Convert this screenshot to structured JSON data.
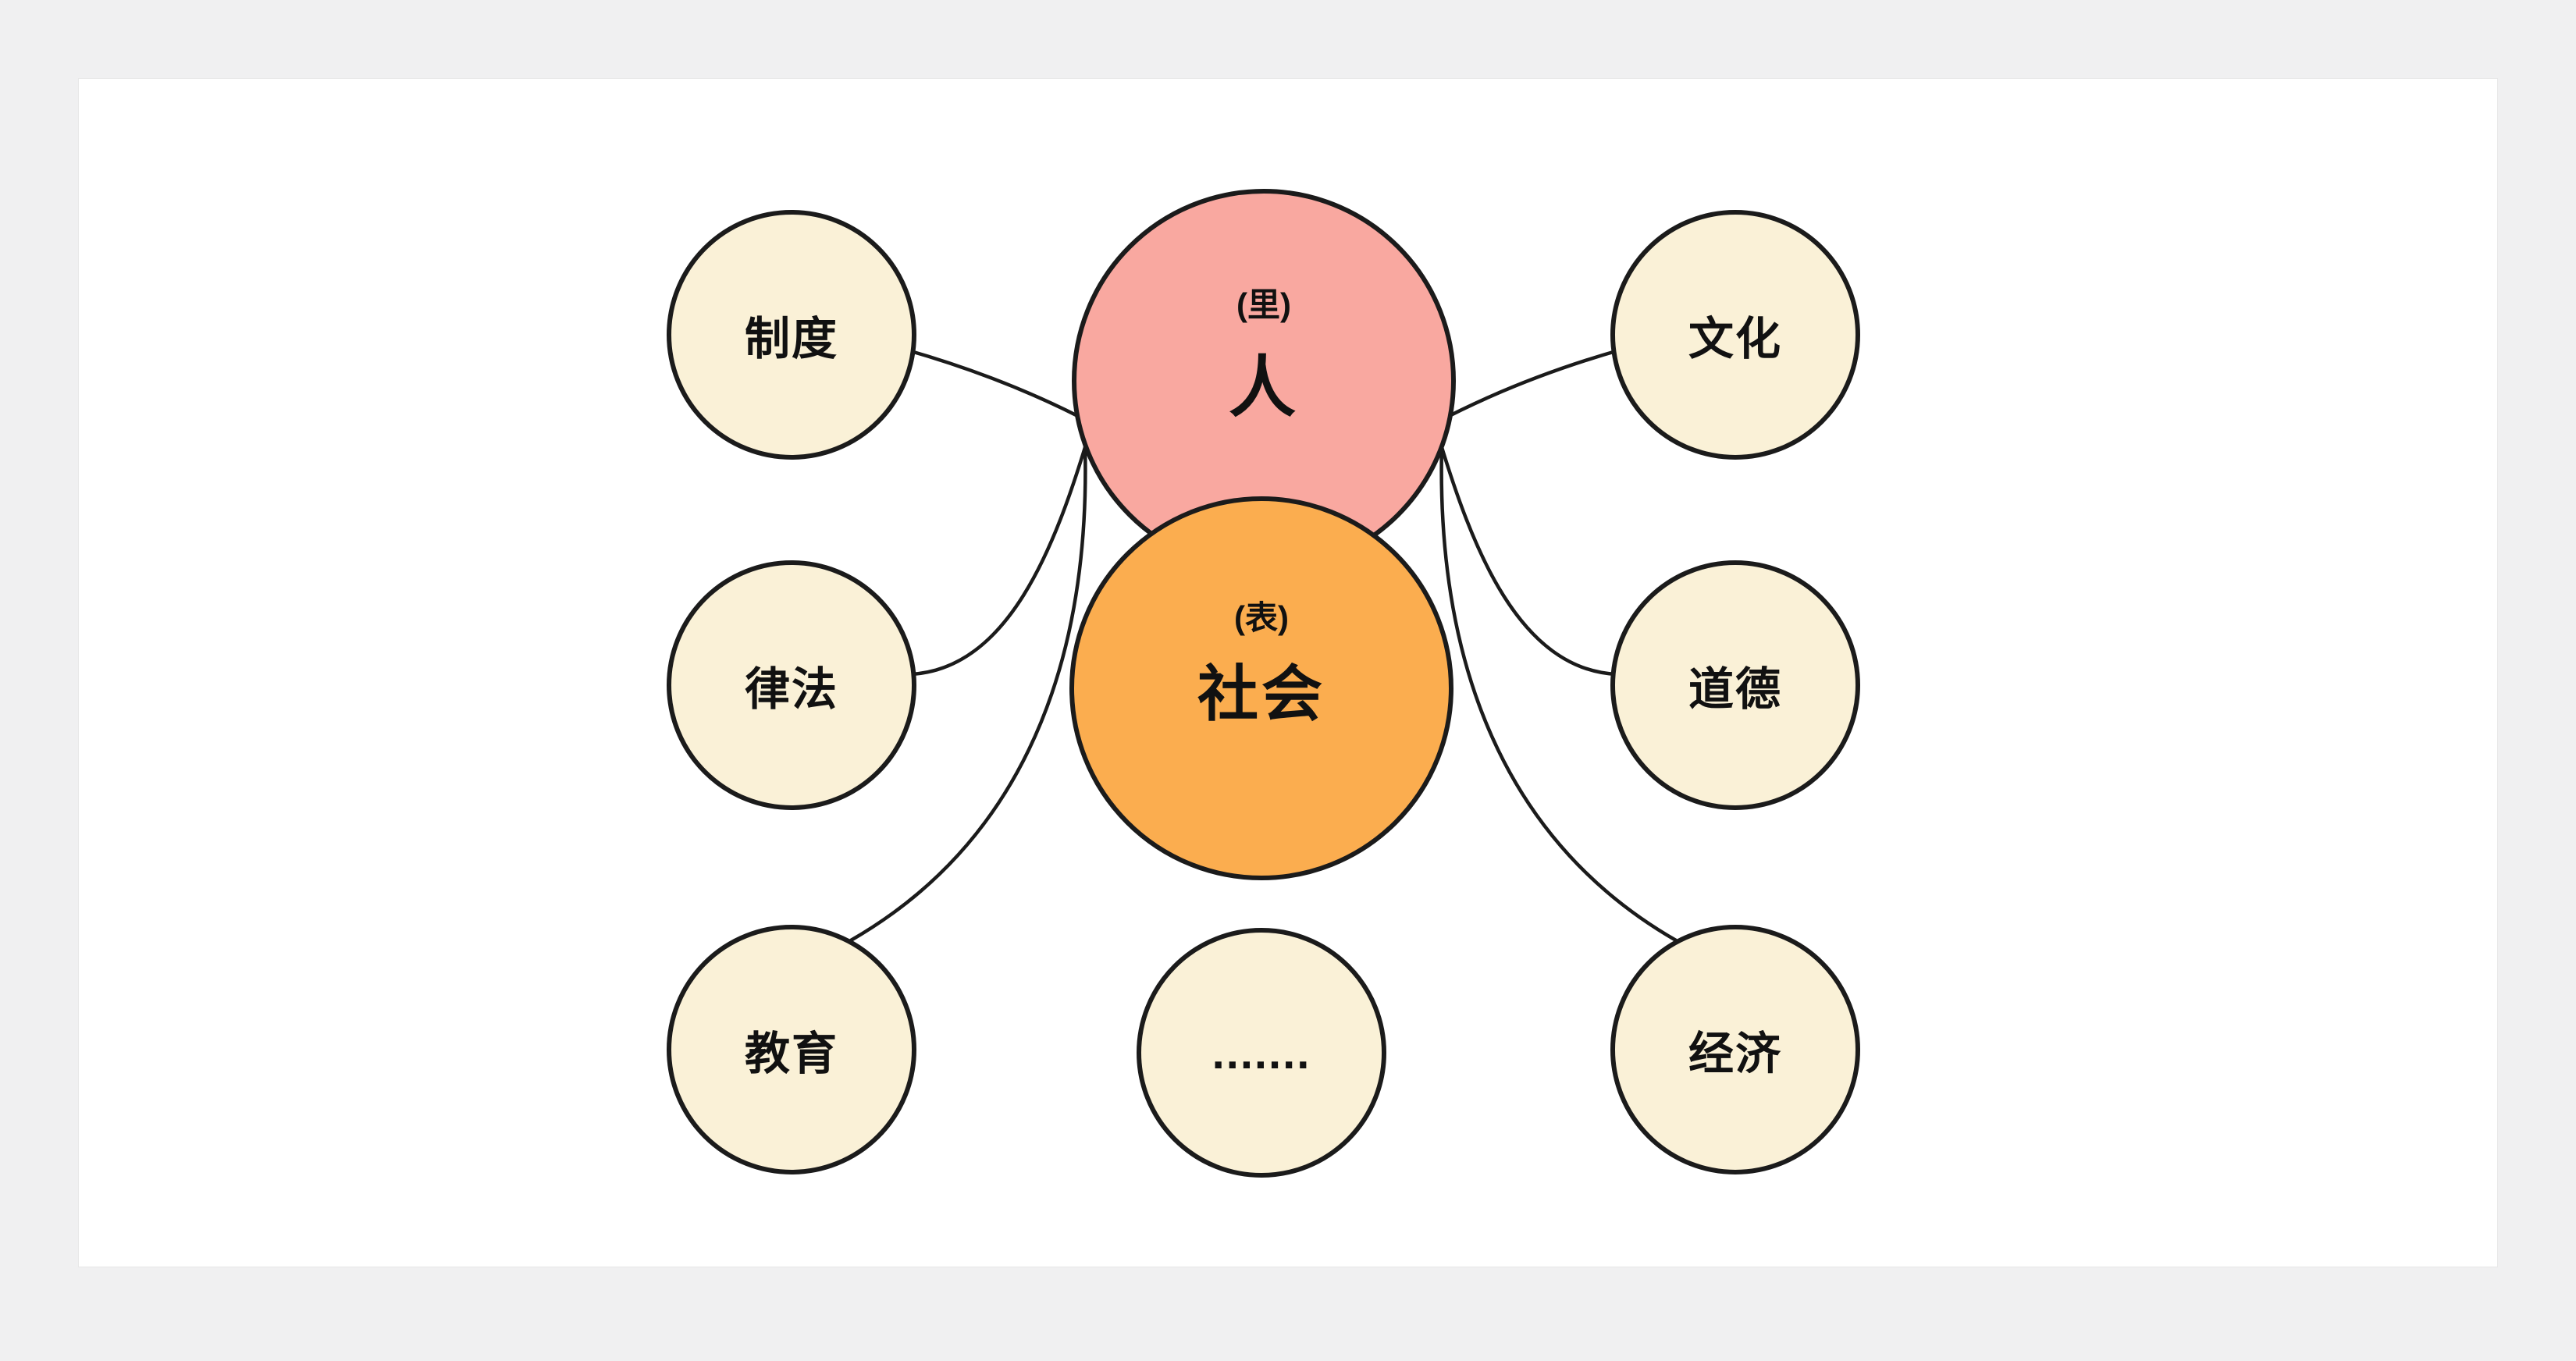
{
  "diagram": {
    "center_top": {
      "sub": "(里)",
      "label": "人"
    },
    "center_bottom": {
      "sub": "(表)",
      "label": "社会"
    },
    "satellites": [
      {
        "id": "zhidu",
        "label": "制度"
      },
      {
        "id": "lvfa",
        "label": "律法"
      },
      {
        "id": "jiaoyu",
        "label": "教育"
      },
      {
        "id": "wenhua",
        "label": "文化"
      },
      {
        "id": "daode",
        "label": "道德"
      },
      {
        "id": "jingji",
        "label": "经济"
      },
      {
        "id": "ellipsis",
        "label": "......."
      }
    ],
    "colors": {
      "background": "#f0f0f1",
      "canvas": "#ffffff",
      "stroke": "#1b1b1b",
      "satellite_fill": "#FAF1D7",
      "center_top_fill": "#F9A8A0",
      "center_bottom_fill": "#FBAD4F"
    }
  }
}
